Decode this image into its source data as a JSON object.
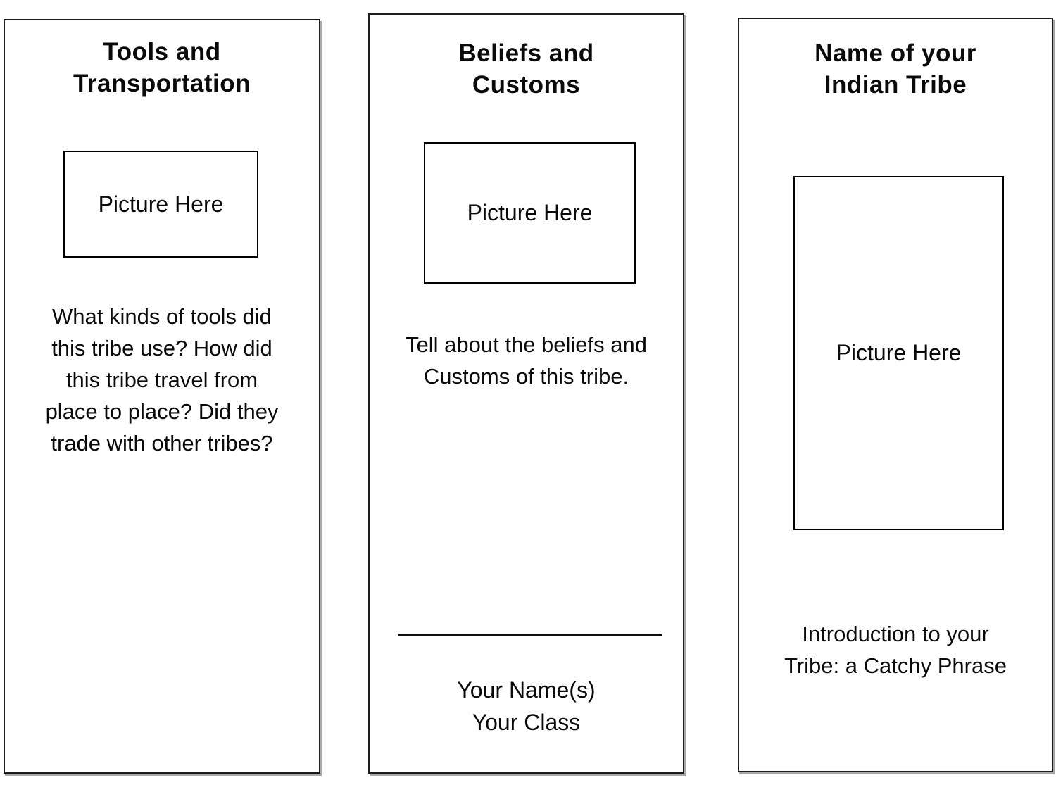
{
  "document": {
    "kind": "tri-fold brochure template",
    "colors": {
      "ink": "#000000",
      "background": "#ffffff"
    }
  },
  "left_panel": {
    "title_line1": "Tools and",
    "title_line2": "Transportation",
    "picture_placeholder": "Picture Here",
    "body": "What kinds of tools did this tribe use? How did this tribe travel from place to place? Did they trade with other tribes?"
  },
  "middle_panel": {
    "title_line1": "Beliefs and",
    "title_line2": "Customs",
    "picture_placeholder": "Picture Here",
    "body": "Tell about the beliefs and Customs of this tribe.",
    "name_line": "Your Name(s)",
    "class_line": "Your Class"
  },
  "right_panel": {
    "title_line1": "Name of your",
    "title_line2": "Indian Tribe",
    "picture_placeholder": "Picture Here",
    "body": "Introduction to your Tribe: a Catchy Phrase"
  }
}
